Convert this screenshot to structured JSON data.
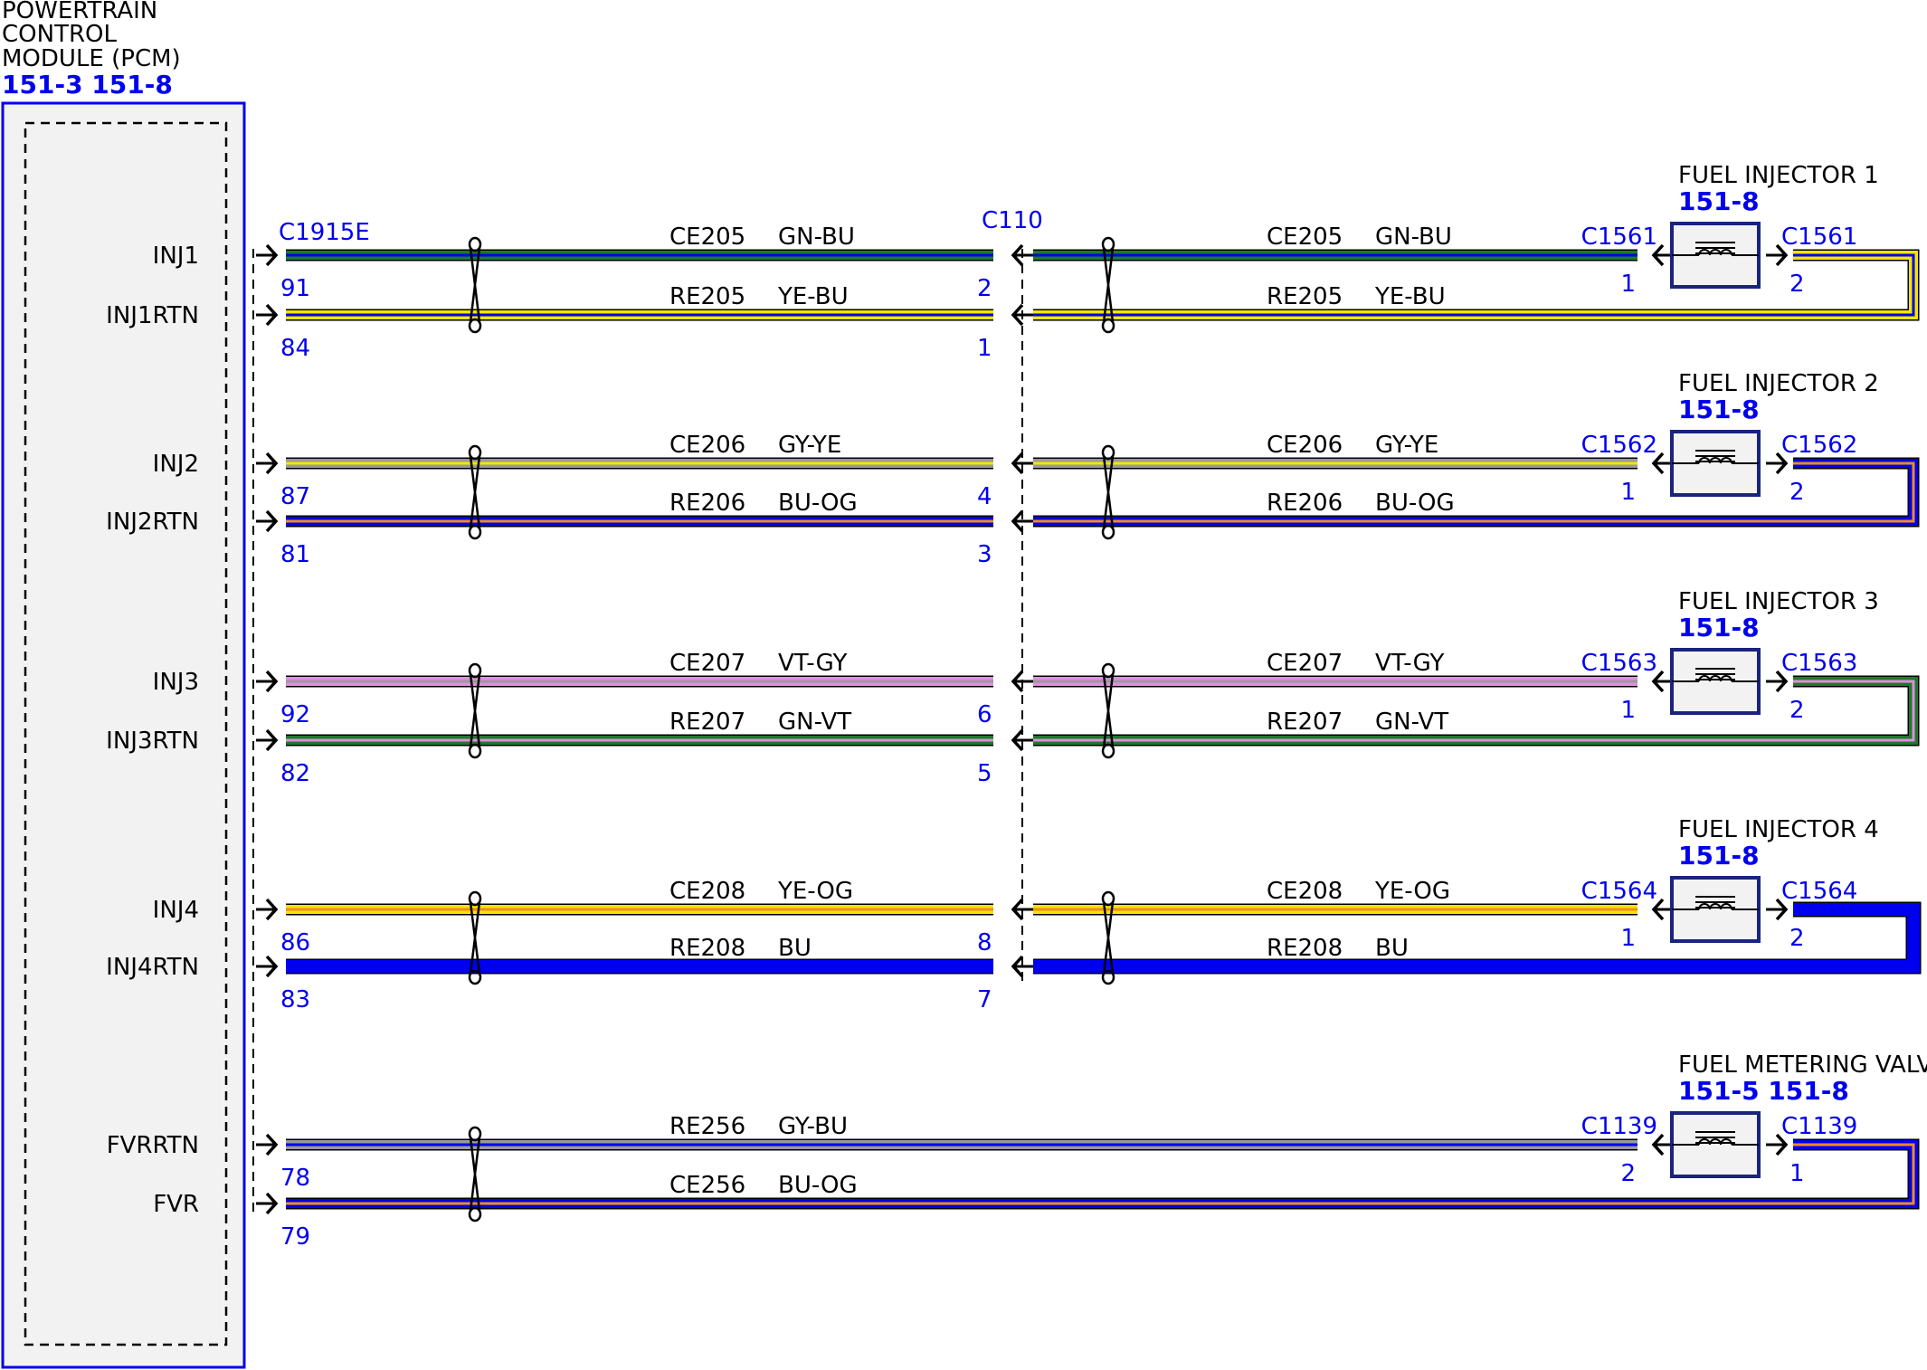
{
  "pcm": {
    "title_lines": [
      "POWERTRAIN",
      "CONTROL",
      "MODULE (PCM)"
    ],
    "refs": "151-3 151-8"
  },
  "connector_pcm": "C1915E",
  "connector_inline": "C110",
  "colors": {
    "GN": "#1e7a2a",
    "BU": "#0000ee",
    "YE": "#f2e600",
    "GY": "#9a9a9a",
    "OG": "#f28c1e",
    "VT": "#e08ee0",
    "outline": "#000000",
    "pcm_border": "#0000ee",
    "pcm_fill": "#f2f2f2"
  },
  "icons": {
    "splice": "twisted-pair-icon",
    "pin": "connector-pin-icon",
    "coil": "injector-coil-icon"
  },
  "circuits": [
    {
      "pin_name": "INJ1",
      "pcm_pin": "91",
      "c110_pin": "2",
      "circuit": "CE205",
      "color_code": "GN-BU",
      "base": "GN",
      "stripe": "BU",
      "device_pin": "1",
      "wide": false
    },
    {
      "pin_name": "INJ1RTN",
      "pcm_pin": "84",
      "c110_pin": "1",
      "circuit": "RE205",
      "color_code": "YE-BU",
      "base": "YE",
      "stripe": "BU",
      "device_pin": "2",
      "wide": false
    },
    {
      "pin_name": "INJ2",
      "pcm_pin": "87",
      "c110_pin": "4",
      "circuit": "CE206",
      "color_code": "GY-YE",
      "base": "GY",
      "stripe": "YE",
      "device_pin": "1",
      "wide": false
    },
    {
      "pin_name": "INJ2RTN",
      "pcm_pin": "81",
      "c110_pin": "3",
      "circuit": "RE206",
      "color_code": "BU-OG",
      "base": "BU",
      "stripe": "OG",
      "device_pin": "2",
      "wide": false
    },
    {
      "pin_name": "INJ3",
      "pcm_pin": "92",
      "c110_pin": "6",
      "circuit": "CE207",
      "color_code": "VT-GY",
      "base": "VT",
      "stripe": "GY",
      "device_pin": "1",
      "wide": false
    },
    {
      "pin_name": "INJ3RTN",
      "pcm_pin": "82",
      "c110_pin": "5",
      "circuit": "RE207",
      "color_code": "GN-VT",
      "base": "GN",
      "stripe": "VT",
      "device_pin": "2",
      "wide": false
    },
    {
      "pin_name": "INJ4",
      "pcm_pin": "86",
      "c110_pin": "8",
      "circuit": "CE208",
      "color_code": "YE-OG",
      "base": "YE",
      "stripe": "OG",
      "device_pin": "1",
      "wide": false
    },
    {
      "pin_name": "INJ4RTN",
      "pcm_pin": "83",
      "c110_pin": "7",
      "circuit": "RE208",
      "color_code": "BU",
      "base": "BU",
      "stripe": "",
      "device_pin": "2",
      "wide": true
    },
    {
      "pin_name": "FVRRTN",
      "pcm_pin": "78",
      "c110_pin": "",
      "circuit": "RE256",
      "color_code": "GY-BU",
      "base": "GY",
      "stripe": "BU",
      "device_pin": "2",
      "wide": false
    },
    {
      "pin_name": "FVR",
      "pcm_pin": "79",
      "c110_pin": "",
      "circuit": "CE256",
      "color_code": "BU-OG",
      "base": "BU",
      "stripe": "OG",
      "device_pin": "1",
      "wide": false
    }
  ],
  "devices": [
    {
      "name": "FUEL INJECTOR 1",
      "refs": "151-8",
      "connector": "C1561"
    },
    {
      "name": "FUEL INJECTOR 2",
      "refs": "151-8",
      "connector": "C1562"
    },
    {
      "name": "FUEL INJECTOR 3",
      "refs": "151-8",
      "connector": "C1563"
    },
    {
      "name": "FUEL INJECTOR 4",
      "refs": "151-8",
      "connector": "C1564"
    },
    {
      "name": "FUEL METERING VALVE",
      "refs": "151-5 151-8",
      "connector": "C1139"
    }
  ]
}
